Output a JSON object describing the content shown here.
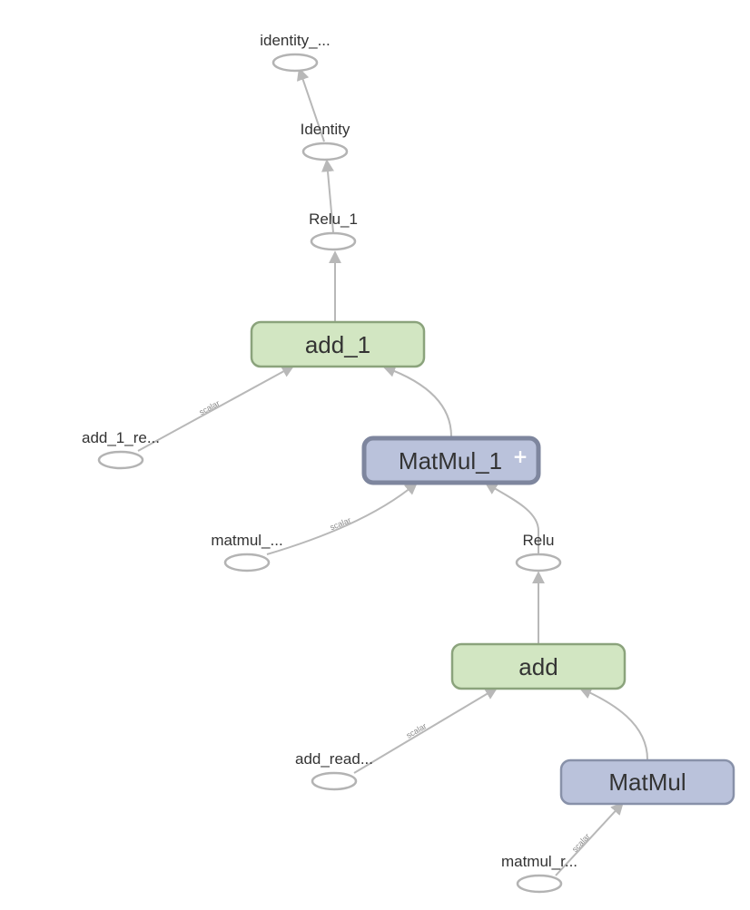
{
  "colors": {
    "add_fill": "#d2e6c2",
    "add_stroke": "#8ba37c",
    "matmul_fill": "#bac2db",
    "matmul_stroke": "#8891a9",
    "edge": "#b8b8b8",
    "text": "#333333"
  },
  "nodes": {
    "identity_out": "identity_...",
    "identity": "Identity",
    "relu_1": "Relu_1",
    "add_1": "add_1",
    "add_1_read": "add_1_re...",
    "matmul_1": "MatMul_1",
    "matmul_1_expand": "+",
    "matmul_read": "matmul_...",
    "relu": "Relu",
    "add": "add",
    "add_read": "add_read...",
    "matmul": "MatMul",
    "matmul_r": "matmul_r..."
  },
  "edge_labels": {
    "add_1_read_to_add_1": "scalar",
    "matmul_read_to_matmul_1": "scalar",
    "add_read_to_add": "scalar",
    "matmul_r_to_matmul": "scalar"
  }
}
